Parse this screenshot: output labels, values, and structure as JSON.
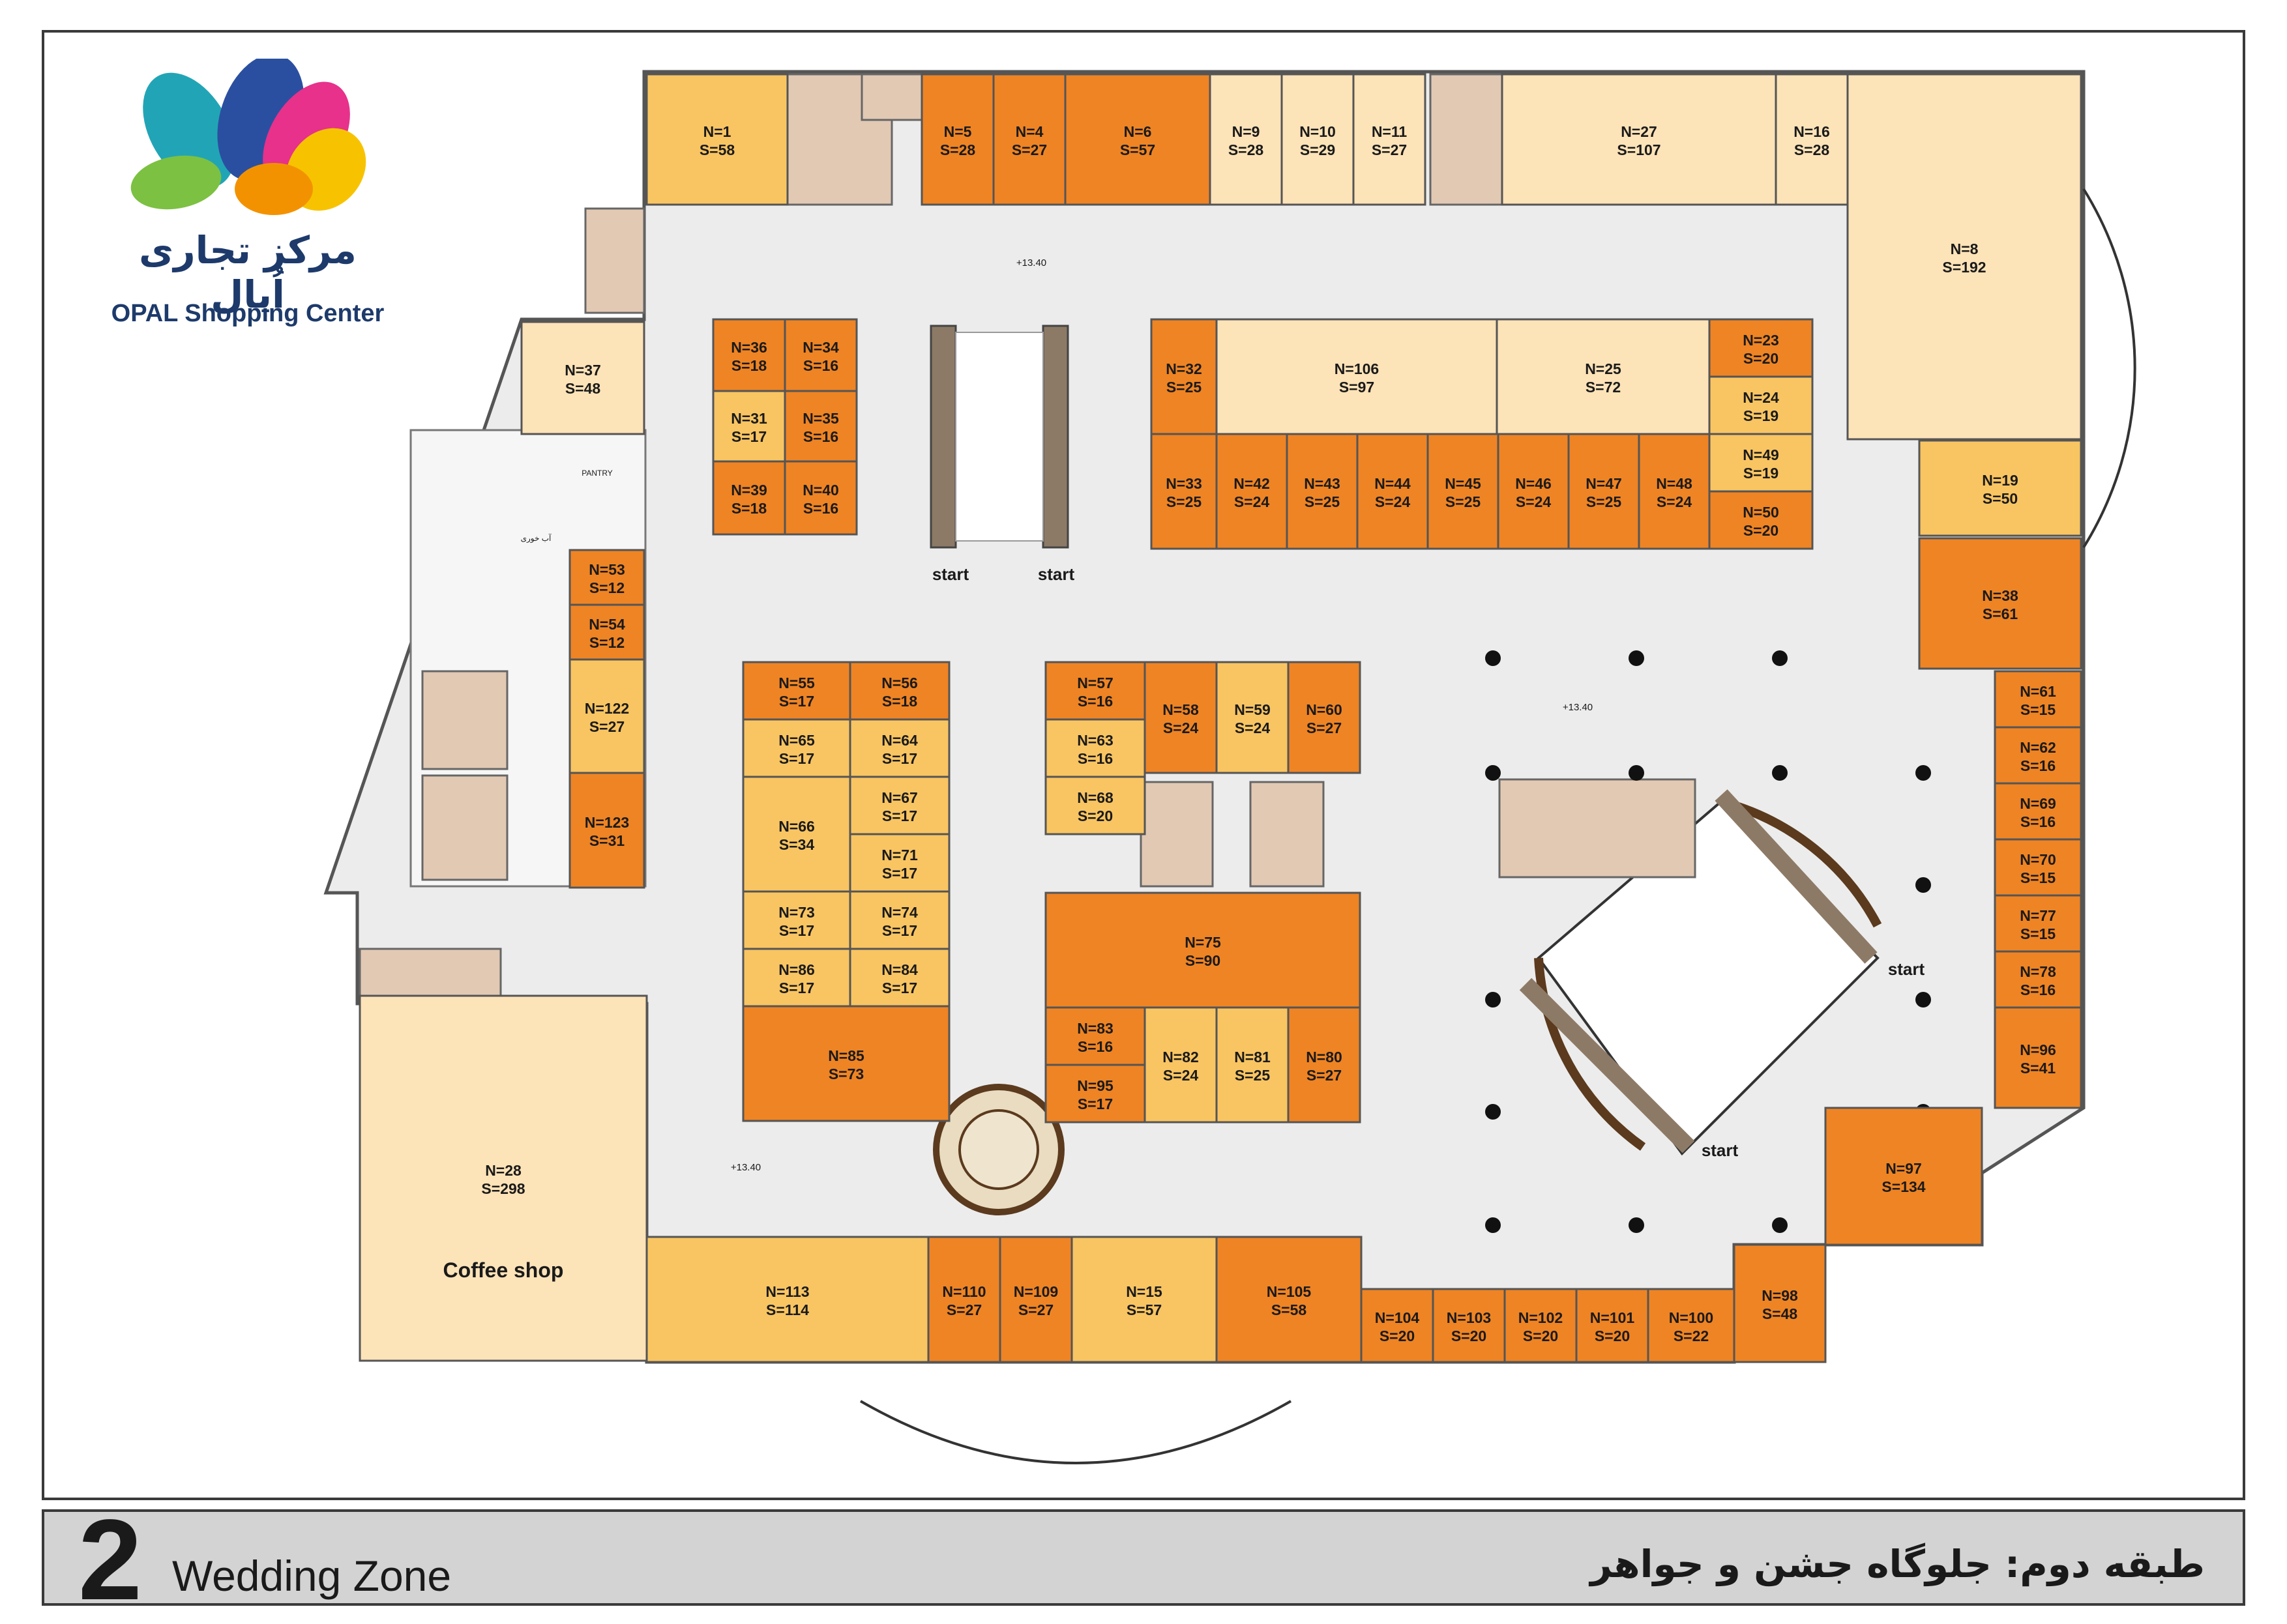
{
  "logo": {
    "title_fa": "مرکز تجاری اُپال",
    "title_en": "OPAL Shopping Center",
    "icon": "butterfly-logo"
  },
  "floor": {
    "number": "2",
    "name_en": "Wedding Zone",
    "name_fa": "طبقه دوم: جلوگاه جشن و جواهر"
  },
  "colors": {
    "dark": "#ef8424",
    "mid": "#f9c562",
    "light": "#fde3b8",
    "corridor": "#ececec",
    "outline": "#555555"
  },
  "labels": {
    "start": "start",
    "coffee_shop": "Coffee shop",
    "elevation": "+13.40",
    "pantry": "PANTRY",
    "wc": "آب خوری"
  },
  "units": [
    {
      "n": "N=1",
      "s": "S=58",
      "tone": "mid"
    },
    {
      "n": "N=5",
      "s": "S=28",
      "tone": "dark"
    },
    {
      "n": "N=4",
      "s": "S=27",
      "tone": "dark"
    },
    {
      "n": "N=6",
      "s": "S=57",
      "tone": "dark"
    },
    {
      "n": "N=9",
      "s": "S=28",
      "tone": "light"
    },
    {
      "n": "N=10",
      "s": "S=29",
      "tone": "light"
    },
    {
      "n": "N=11",
      "s": "S=27",
      "tone": "light"
    },
    {
      "n": "N=27",
      "s": "S=107",
      "tone": "light"
    },
    {
      "n": "N=16",
      "s": "S=28",
      "tone": "light"
    },
    {
      "n": "N=8",
      "s": "S=192",
      "tone": "light"
    },
    {
      "n": "N=19",
      "s": "S=50",
      "tone": "mid"
    },
    {
      "n": "N=38",
      "s": "S=61",
      "tone": "dark"
    },
    {
      "n": "N=37",
      "s": "S=48",
      "tone": "light"
    },
    {
      "n": "N=36",
      "s": "S=18",
      "tone": "dark"
    },
    {
      "n": "N=34",
      "s": "S=16",
      "tone": "dark"
    },
    {
      "n": "N=31",
      "s": "S=17",
      "tone": "mid"
    },
    {
      "n": "N=35",
      "s": "S=16",
      "tone": "dark"
    },
    {
      "n": "N=39",
      "s": "S=18",
      "tone": "dark"
    },
    {
      "n": "N=40",
      "s": "S=16",
      "tone": "dark"
    },
    {
      "n": "N=32",
      "s": "S=25",
      "tone": "dark"
    },
    {
      "n": "N=106",
      "s": "S=97",
      "tone": "light"
    },
    {
      "n": "N=25",
      "s": "S=72",
      "tone": "light"
    },
    {
      "n": "N=23",
      "s": "S=20",
      "tone": "dark"
    },
    {
      "n": "N=24",
      "s": "S=19",
      "tone": "mid"
    },
    {
      "n": "N=49",
      "s": "S=19",
      "tone": "mid"
    },
    {
      "n": "N=50",
      "s": "S=20",
      "tone": "dark"
    },
    {
      "n": "N=33",
      "s": "S=25",
      "tone": "dark"
    },
    {
      "n": "N=42",
      "s": "S=24",
      "tone": "dark"
    },
    {
      "n": "N=43",
      "s": "S=25",
      "tone": "dark"
    },
    {
      "n": "N=44",
      "s": "S=24",
      "tone": "dark"
    },
    {
      "n": "N=45",
      "s": "S=25",
      "tone": "dark"
    },
    {
      "n": "N=46",
      "s": "S=24",
      "tone": "dark"
    },
    {
      "n": "N=47",
      "s": "S=25",
      "tone": "dark"
    },
    {
      "n": "N=48",
      "s": "S=24",
      "tone": "dark"
    },
    {
      "n": "N=53",
      "s": "S=12",
      "tone": "dark"
    },
    {
      "n": "N=54",
      "s": "S=12",
      "tone": "dark"
    },
    {
      "n": "N=122",
      "s": "S=27",
      "tone": "mid"
    },
    {
      "n": "N=123",
      "s": "S=31",
      "tone": "dark"
    },
    {
      "n": "N=55",
      "s": "S=17",
      "tone": "dark"
    },
    {
      "n": "N=56",
      "s": "S=18",
      "tone": "dark"
    },
    {
      "n": "N=65",
      "s": "S=17",
      "tone": "mid"
    },
    {
      "n": "N=64",
      "s": "S=17",
      "tone": "mid"
    },
    {
      "n": "N=66",
      "s": "S=34",
      "tone": "mid"
    },
    {
      "n": "N=67",
      "s": "S=17",
      "tone": "mid"
    },
    {
      "n": "N=71",
      "s": "S=17",
      "tone": "mid"
    },
    {
      "n": "N=73",
      "s": "S=17",
      "tone": "mid"
    },
    {
      "n": "N=74",
      "s": "S=17",
      "tone": "mid"
    },
    {
      "n": "N=86",
      "s": "S=17",
      "tone": "mid"
    },
    {
      "n": "N=84",
      "s": "S=17",
      "tone": "mid"
    },
    {
      "n": "N=85",
      "s": "S=73",
      "tone": "dark"
    },
    {
      "n": "N=57",
      "s": "S=16",
      "tone": "dark"
    },
    {
      "n": "N=58",
      "s": "S=24",
      "tone": "dark"
    },
    {
      "n": "N=59",
      "s": "S=24",
      "tone": "mid"
    },
    {
      "n": "N=60",
      "s": "S=27",
      "tone": "dark"
    },
    {
      "n": "N=63",
      "s": "S=16",
      "tone": "mid"
    },
    {
      "n": "N=68",
      "s": "S=20",
      "tone": "mid"
    },
    {
      "n": "N=75",
      "s": "S=90",
      "tone": "dark"
    },
    {
      "n": "N=83",
      "s": "S=16",
      "tone": "dark"
    },
    {
      "n": "N=82",
      "s": "S=24",
      "tone": "mid"
    },
    {
      "n": "N=81",
      "s": "S=25",
      "tone": "mid"
    },
    {
      "n": "N=80",
      "s": "S=27",
      "tone": "dark"
    },
    {
      "n": "N=95",
      "s": "S=17",
      "tone": "dark"
    },
    {
      "n": "N=61",
      "s": "S=15",
      "tone": "dark"
    },
    {
      "n": "N=62",
      "s": "S=16",
      "tone": "dark"
    },
    {
      "n": "N=69",
      "s": "S=16",
      "tone": "dark"
    },
    {
      "n": "N=70",
      "s": "S=15",
      "tone": "dark"
    },
    {
      "n": "N=77",
      "s": "S=15",
      "tone": "dark"
    },
    {
      "n": "N=78",
      "s": "S=16",
      "tone": "dark"
    },
    {
      "n": "N=96",
      "s": "S=41",
      "tone": "dark"
    },
    {
      "n": "N=97",
      "s": "S=134",
      "tone": "dark"
    },
    {
      "n": "N=98",
      "s": "S=48",
      "tone": "dark"
    },
    {
      "n": "N=28",
      "s": "S=298",
      "tone": "light"
    },
    {
      "n": "N=113",
      "s": "S=114",
      "tone": "mid"
    },
    {
      "n": "N=110",
      "s": "S=27",
      "tone": "dark"
    },
    {
      "n": "N=109",
      "s": "S=27",
      "tone": "dark"
    },
    {
      "n": "N=15",
      "s": "S=57",
      "tone": "mid"
    },
    {
      "n": "N=105",
      "s": "S=58",
      "tone": "dark"
    },
    {
      "n": "N=104",
      "s": "S=20",
      "tone": "dark"
    },
    {
      "n": "N=103",
      "s": "S=20",
      "tone": "dark"
    },
    {
      "n": "N=102",
      "s": "S=20",
      "tone": "dark"
    },
    {
      "n": "N=101",
      "s": "S=20",
      "tone": "dark"
    },
    {
      "n": "N=100",
      "s": "S=22",
      "tone": "dark"
    }
  ]
}
